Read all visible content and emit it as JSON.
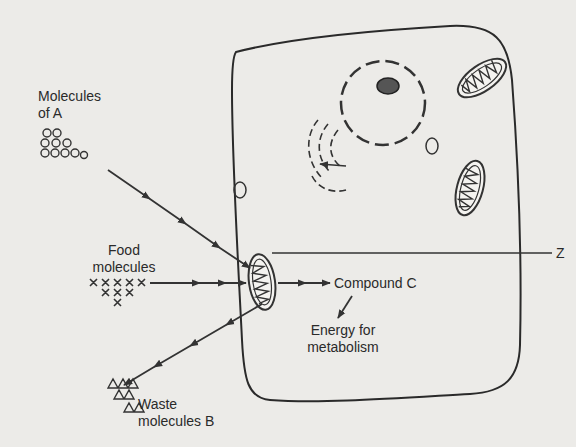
{
  "diagram": {
    "labels": [
      "Molecules of A",
      "Food molecules",
      "Z",
      "Compound C",
      "Energy for metabolism",
      "Waste molecules B"
    ]
  }
}
